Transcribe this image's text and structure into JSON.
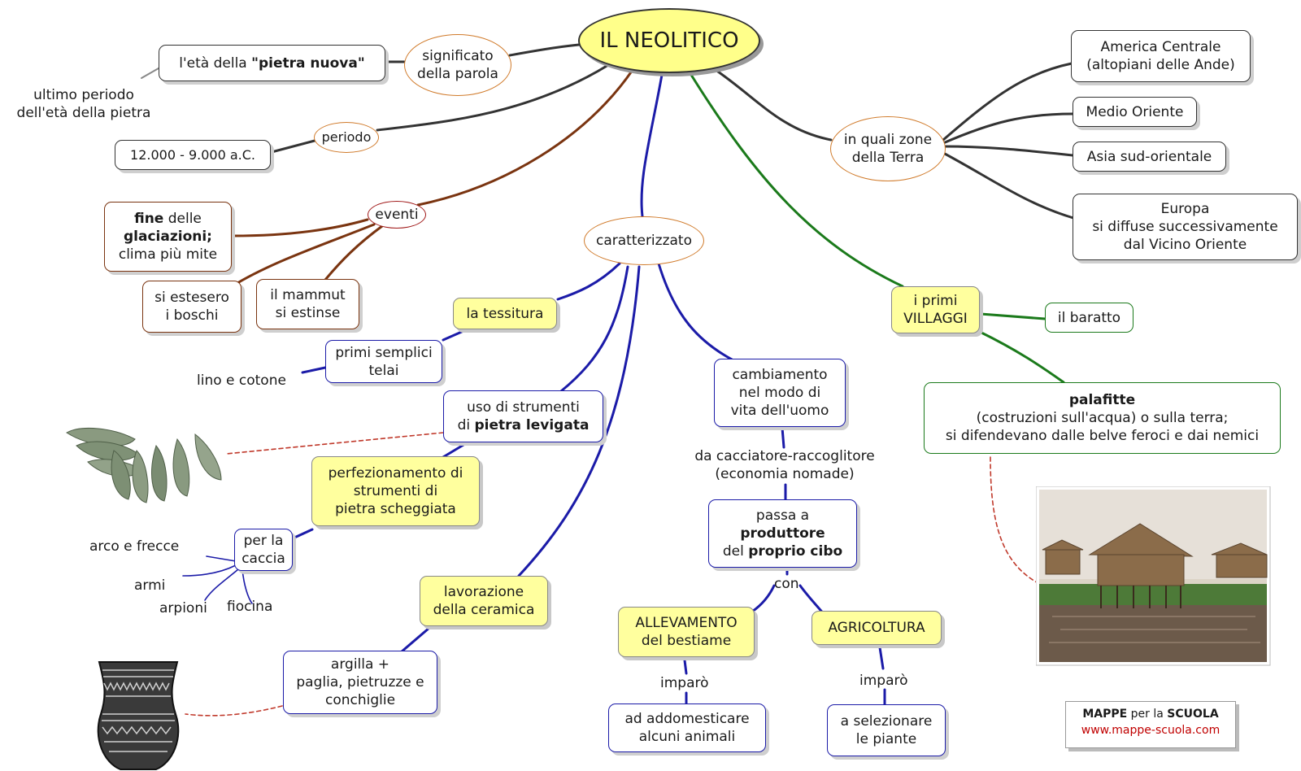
{
  "title": "IL NEOLITICO",
  "nodes": {
    "significato": [
      "significato",
      "della parola"
    ],
    "pietra_pre": "l'età della ",
    "pietra_bold": "\"pietra nuova\"",
    "ultimo": [
      "ultimo periodo",
      "dell'età della pietra"
    ],
    "periodo": "periodo",
    "date": "12.000 - 9.000 a.C.",
    "eventi": "eventi",
    "fine_bold1": "fine",
    "fine_rest1": " delle",
    "fine_bold2": "glaciazioni;",
    "fine_line3": "clima più mite",
    "boschi": [
      "si estesero",
      "i boschi"
    ],
    "mammut": [
      "il mammut",
      "si estinse"
    ],
    "caratterizzato": "caratterizzato",
    "tessitura": "la tessitura",
    "telai": [
      "primi semplici",
      "telai"
    ],
    "lino": "lino e cotone",
    "levigata_line1": "uso di strumenti",
    "levigata_pre": "di ",
    "levigata_bold": "pietra levigata",
    "scheggiata": [
      "perfezionamento di",
      "strumenti di",
      "pietra scheggiata"
    ],
    "caccia": [
      "per la",
      "caccia"
    ],
    "arco": "arco e frecce",
    "armi": "armi",
    "arpioni": "arpioni",
    "fiocina": "fiocina",
    "ceramica": [
      "lavorazione",
      "della ceramica"
    ],
    "argilla": [
      "argilla +",
      "paglia, pietruzze e",
      "conchiglie"
    ],
    "cambiamento": [
      "cambiamento",
      "nel modo di",
      "vita dell'uomo"
    ],
    "cacciatore": [
      "da cacciatore-raccoglitore",
      "(economia nomade)"
    ],
    "passa_line1": "passa a",
    "passa_bold": "produttore",
    "passa_pre": "del ",
    "passa_bold2": "proprio cibo",
    "con": "con",
    "allevamento": [
      "ALLEVAMENTO",
      "del bestiame"
    ],
    "agricoltura": "AGRICOLTURA",
    "imparo1": "imparò",
    "imparo2": "imparò",
    "animali": [
      "ad addomesticare",
      "alcuni animali"
    ],
    "piante": [
      "a selezionare",
      "le piante"
    ],
    "zone": [
      "in quali zone",
      "della Terra"
    ],
    "america": [
      "America Centrale",
      "(altopiani delle Ande)"
    ],
    "medio": "Medio Oriente",
    "asia": "Asia sud-orientale",
    "europa": [
      "Europa",
      "si diffuse successivamente",
      "dal Vicino Oriente"
    ],
    "villaggi": [
      "i primi",
      "VILLAGGI"
    ],
    "baratto": "il baratto",
    "palafitte_bold": "palafitte",
    "palafitte_rest": [
      "(costruzioni sull'acqua) o sulla terra;",
      "si difendevano dalle belve feroci e dai nemici"
    ]
  },
  "credit": {
    "mappe": "MAPPE",
    "per_la": " per la ",
    "scuola": "SCUOLA",
    "url": "www.mappe-scuola.com"
  },
  "colors": {
    "blue": "#1b1ba8",
    "brown": "#7a3410",
    "green": "#1b7a1b",
    "dark": "#333333",
    "dashed": "#c0392b",
    "yellow": "#ffff9e"
  }
}
